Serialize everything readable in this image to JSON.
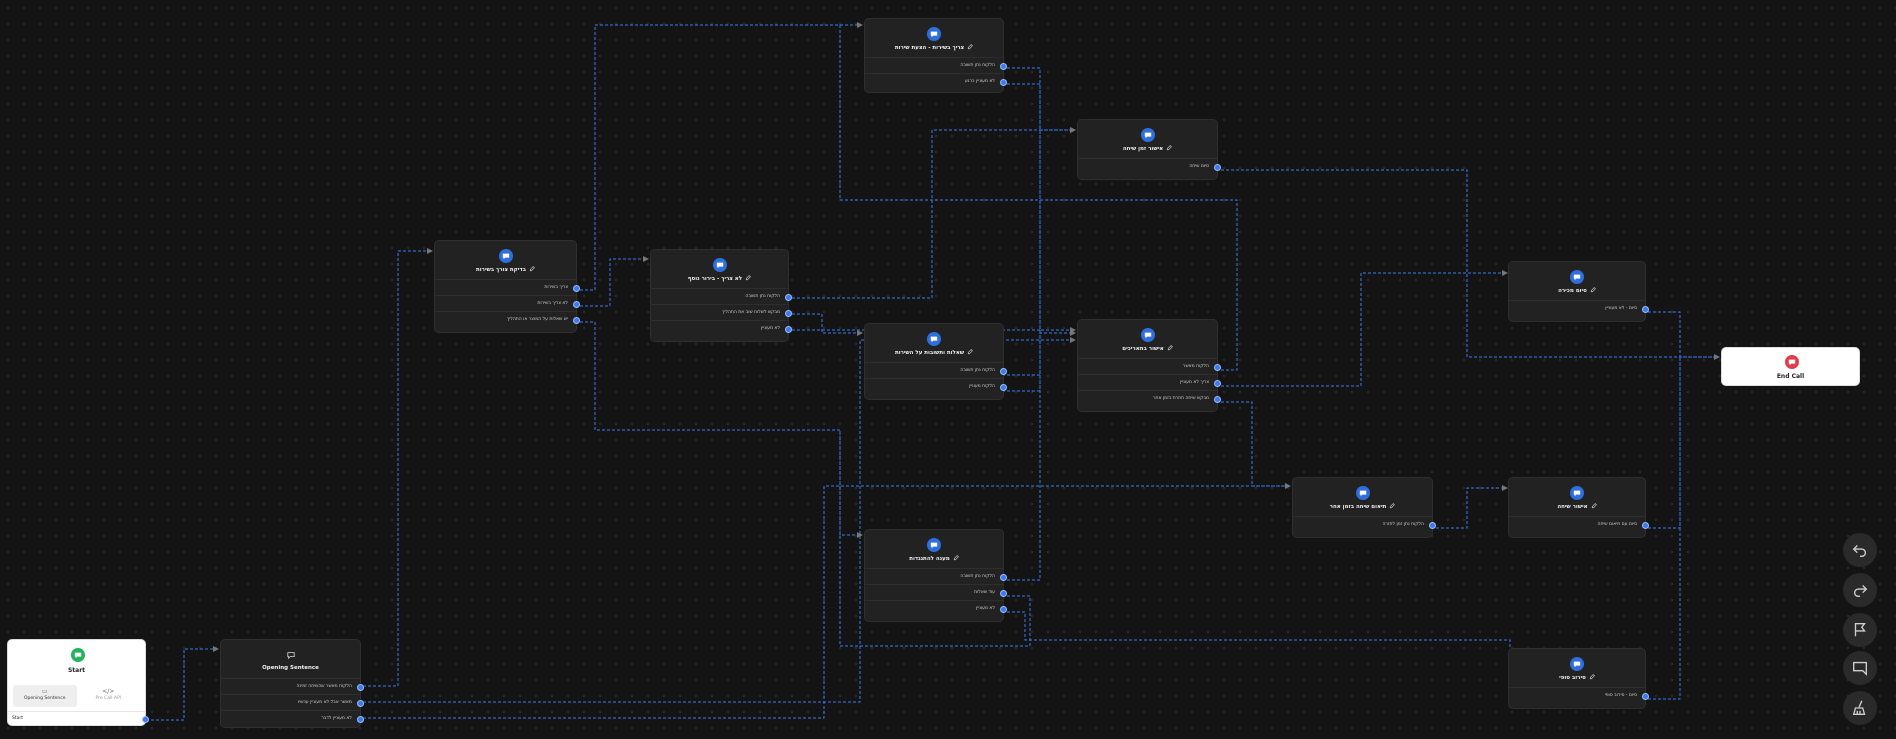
{
  "start_node": {
    "title": "Start",
    "tabs": [
      {
        "label": "Opening Sentence",
        "icon": "chat-icon"
      },
      {
        "label": "Pre Call API",
        "icon": "code-icon"
      }
    ],
    "output_label": "Start"
  },
  "end_node": {
    "title": "End Call"
  },
  "nodes": [
    {
      "id": "opening",
      "title": "Opening Sentence",
      "rows": [
        "הלקוח מאשר שהשיחה זמינה",
        "מאשר אבל לא מעוניין עכשיו",
        "לא מעוניין לדבר"
      ]
    },
    {
      "id": "verify",
      "title": "בדיקת צורך בשירות",
      "rows": [
        "צריך בשירות",
        "לא צריך בשירות",
        "יש שאלות על המוצר או התהליך"
      ]
    },
    {
      "id": "no_need",
      "title": "לא צריך - בירור נוסף",
      "rows": [
        "הלקוח נתן תשובה",
        "מבקש לשלוח שוב את התהליך",
        "לא מעוניין"
      ]
    },
    {
      "id": "need_service",
      "title": "צריך בשירות - הצעת שירות",
      "rows": [
        "הלקוח נתן תשובה",
        "לא מעוניין כרגע"
      ]
    },
    {
      "id": "questions",
      "title": "שאלות ותשובות על השירות",
      "rows": [
        "הלקוח נתן תשובה",
        "הלקוח מעוניין"
      ]
    },
    {
      "id": "objection",
      "title": "מענה להתנגדות",
      "rows": [
        "הלקוח נתן תשובה",
        "עוד שאלות",
        "לא מעוניין"
      ]
    },
    {
      "id": "confirm_time",
      "title": "אישור זמן שיחה",
      "rows": [
        "סיום שיחה"
      ]
    },
    {
      "id": "schedule",
      "title": "אישור בתאריכים",
      "rows": [
        "הלקוח מאשר",
        "צריך לא מעוניין",
        "מבקש שיחה חוזרת בזמן אחר"
      ]
    },
    {
      "id": "close",
      "title": "סיום מכירה",
      "rows": [
        "סיום - לא מעוניין"
      ]
    },
    {
      "id": "callback",
      "title": "תיאום שיחה בזמן אחר",
      "rows": [
        "הלקוח נתן זמן לחזרה"
      ]
    },
    {
      "id": "confirm_call",
      "title": "אישור שיחה",
      "rows": [
        "סיום עם תיאום שיחה"
      ]
    },
    {
      "id": "reject",
      "title": "סירוב סופי",
      "rows": [
        "סיום - סירוב סופי"
      ]
    }
  ],
  "toolbar": [
    {
      "name": "undo-icon"
    },
    {
      "name": "redo-icon"
    },
    {
      "name": "flag-icon"
    },
    {
      "name": "comment-icon"
    },
    {
      "name": "broom-icon"
    }
  ],
  "colors": {
    "canvas": "#141414",
    "node": "#222222",
    "accent": "#3a7bf0",
    "start": "#22b35e",
    "end": "#e23d4b"
  }
}
